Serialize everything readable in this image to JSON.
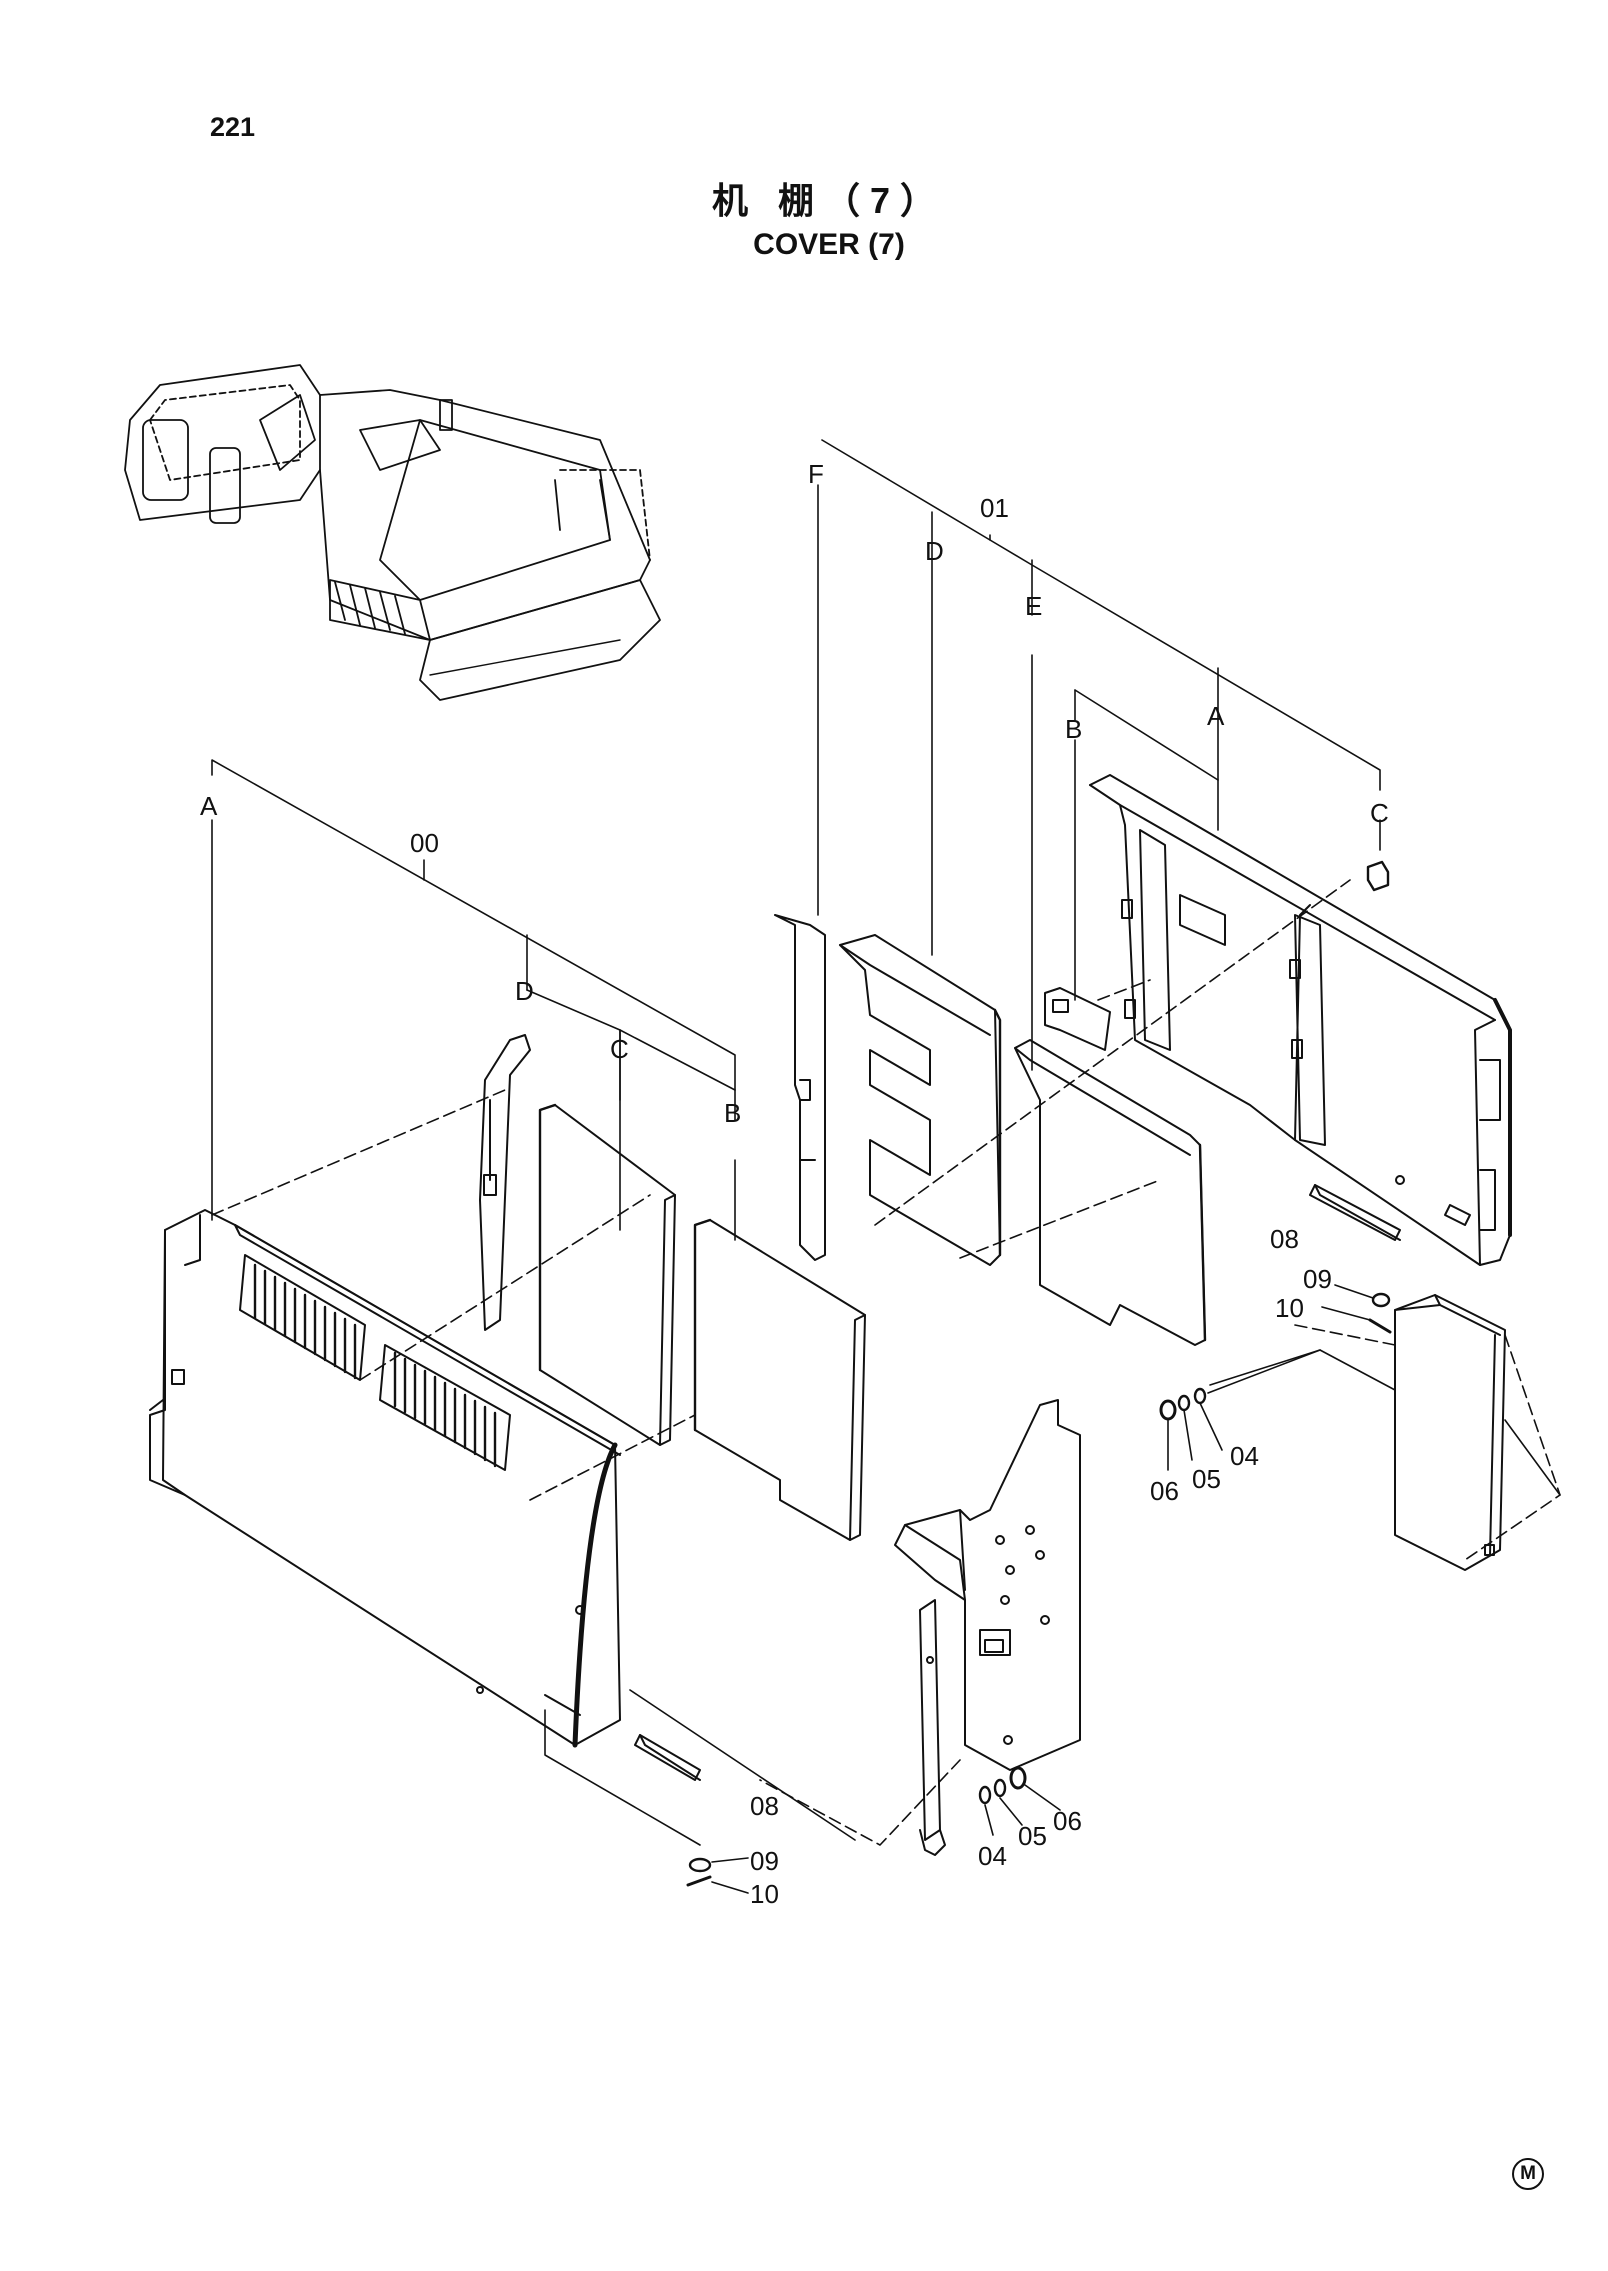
{
  "page_number": "221",
  "title_cn": "机 棚（7）",
  "title_en": "COVER (7)",
  "assemblies": {
    "left": {
      "number": "00",
      "branches": [
        "A",
        "D",
        "C",
        "B"
      ]
    },
    "right": {
      "number": "01",
      "branches": [
        "F",
        "D",
        "E",
        "B",
        "A",
        "C"
      ]
    }
  },
  "callouts": {
    "right_hw": [
      "08",
      "09",
      "10",
      "04",
      "05",
      "06"
    ],
    "left_hw": [
      "08",
      "09",
      "10"
    ],
    "center_hw": [
      "04",
      "05",
      "06"
    ]
  },
  "mfg_mark": "M"
}
